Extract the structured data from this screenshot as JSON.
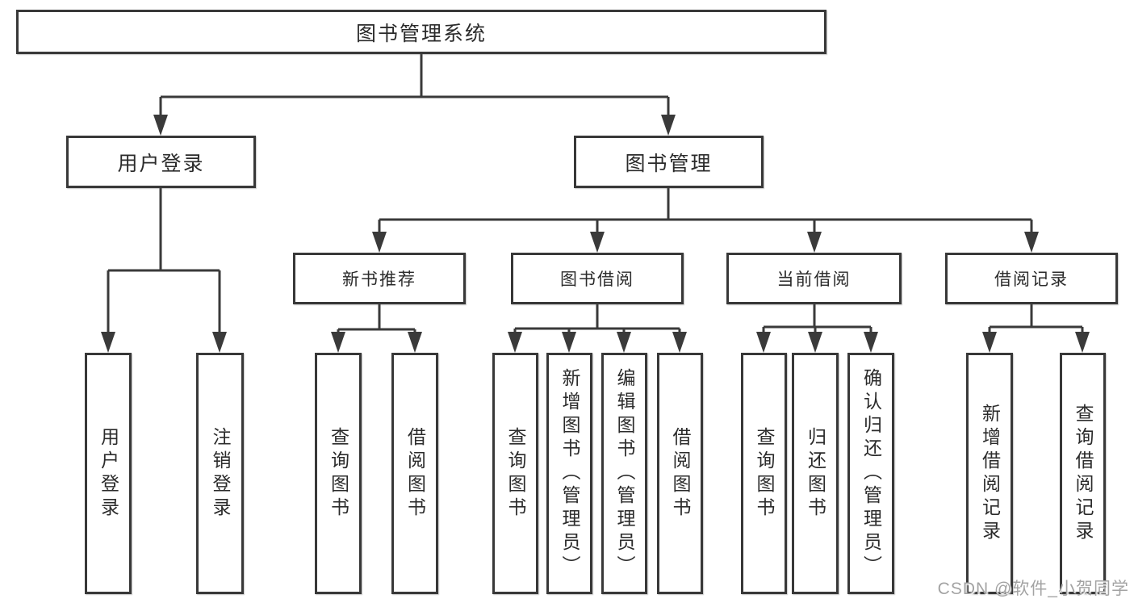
{
  "nodes": {
    "root": "图书管理系统",
    "user_login": "用户登录",
    "book_management": "图书管理",
    "new_book_recommend": "新书推荐",
    "book_borrow": "图书借阅",
    "current_borrow": "当前借阅",
    "borrow_records": "借阅记录",
    "leaf_user_login": "用户登录",
    "leaf_logout": "注销登录",
    "leaf_nb_query_books": "查询图书",
    "leaf_nb_borrow_books": "借阅图书",
    "leaf_bb_query_books": "查询图书",
    "leaf_bb_add_books_admin": "新增图书（管理员）",
    "leaf_bb_edit_books_admin": "编辑图书（管理员）",
    "leaf_bb_borrow_books": "借阅图书",
    "leaf_cb_query_books": "查询图书",
    "leaf_cb_return_books": "归还图书",
    "leaf_cb_confirm_return_admin": "确认归还（管理员）",
    "leaf_br_add_record": "新增借阅记录",
    "leaf_br_query_record": "查询借阅记录"
  },
  "watermark": {
    "text": "CSDN @软件_小贺同学"
  },
  "colors": {
    "line": "#3a3a3a",
    "border": "#383838",
    "text": "#2b2b2b",
    "watermark": "#a3a3a3",
    "background": "#ffffff"
  }
}
